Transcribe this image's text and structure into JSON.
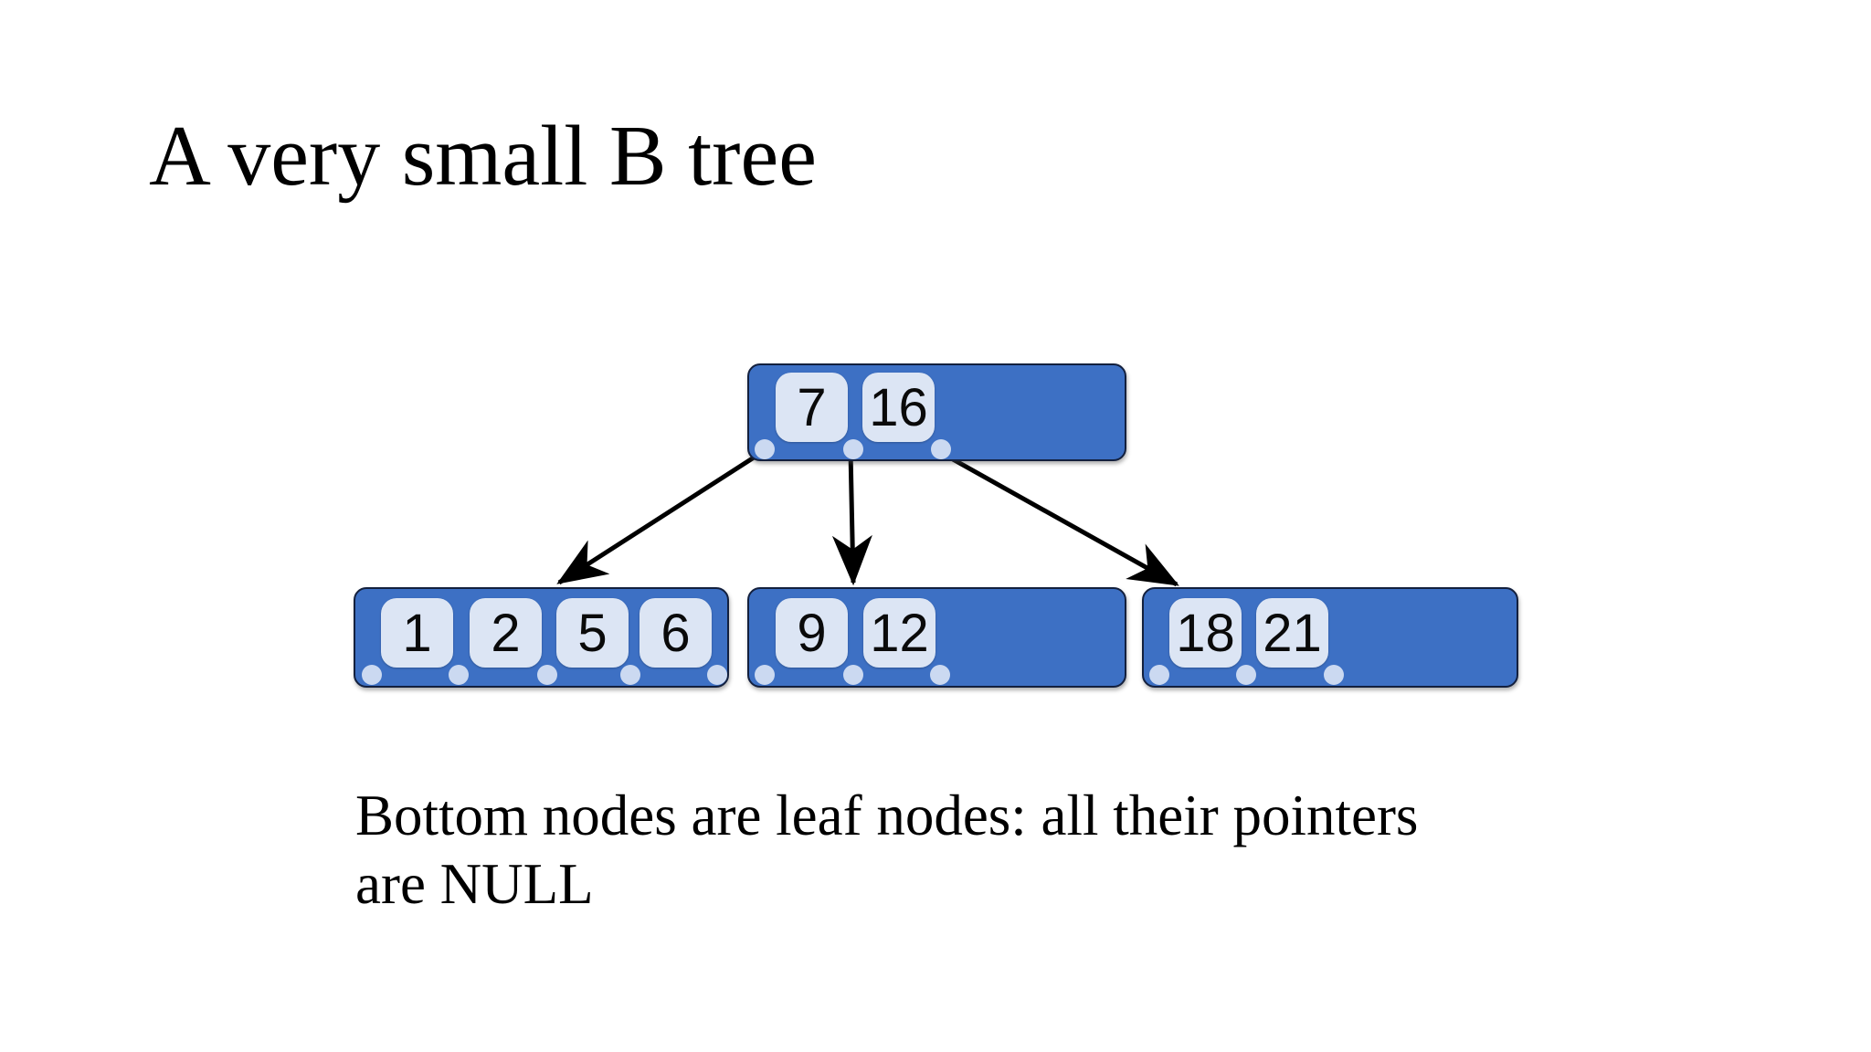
{
  "slide": {
    "title": "A very small B tree",
    "caption": {
      "line1": "Bottom nodes are leaf nodes: all their pointers",
      "line2": "are NULL"
    }
  },
  "tree": {
    "description": "B-tree with one root node and three leaf nodes; light dots are pointer slots",
    "root": {
      "keys": [
        "7",
        "16"
      ],
      "pointer_dots": 3,
      "children": [
        "leaf-left",
        "leaf-middle",
        "leaf-right"
      ]
    },
    "leaves": [
      {
        "name": "leaf-left",
        "keys": [
          "1",
          "2",
          "5",
          "6"
        ],
        "pointer_dots": 5
      },
      {
        "name": "leaf-middle",
        "keys": [
          "9",
          "12"
        ],
        "pointer_dots": 3
      },
      {
        "name": "leaf-right",
        "keys": [
          "18",
          "21"
        ],
        "pointer_dots": 3
      }
    ]
  },
  "colors": {
    "background": "#ffffff",
    "node_fill": "#3d70c4",
    "node_border": "#13203e",
    "cell_fill": "#dce5f4",
    "pointer_dot": "#cbd9f1",
    "arrow": "#000000",
    "text": "#000000"
  }
}
